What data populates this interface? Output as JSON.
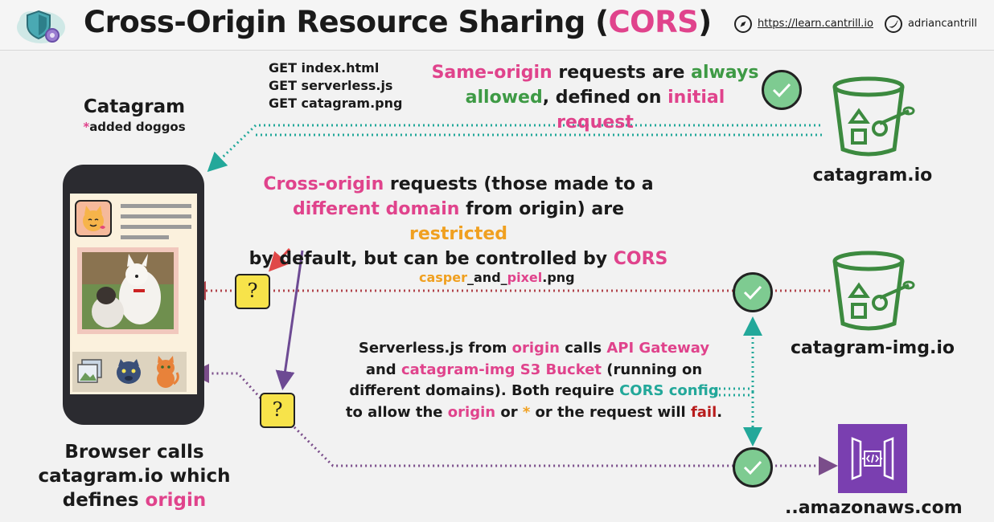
{
  "header": {
    "title_prefix": "Cross-Origin Resource Sharing (",
    "title_highlight": "CORS",
    "title_suffix": ")",
    "website": "https://learn.cantrill.io",
    "twitter": "adriancantrill"
  },
  "left": {
    "app_name": "Catagram",
    "app_note_star": "*",
    "app_note": "added doggos",
    "caption_line1": "Browser calls",
    "caption_line2": "catagram.io which",
    "caption_line3_prefix": "defines ",
    "caption_line3_highlight": "origin"
  },
  "requests": {
    "line1": "GET index.html",
    "line2": "GET serverless.js",
    "line3": "GET catagram.png"
  },
  "same_origin": {
    "p1": "Same-origin",
    "p2": " requests are ",
    "p3": "always",
    "p4": "allowed",
    "p5": ", defined on ",
    "p6": "initial request"
  },
  "cross_origin": {
    "p1": "Cross-origin",
    "p2": " requests (those made to a",
    "p3": "different domain",
    "p4": " from origin) are ",
    "p5": "restricted",
    "p6": "by default, but can be controlled by ",
    "p7": "CORS"
  },
  "image_request": {
    "p1": "casper",
    "p2": "_and_",
    "p3": "pixel",
    "p4": ".png"
  },
  "serverless": {
    "a1": "Serverless.js from ",
    "a2": "origin",
    "a3": " calls ",
    "a4": "API Gateway",
    "b1": "and ",
    "b2": "catagram-img S3 Bucket",
    "b3": " (running on",
    "c1": "different domains). Both require ",
    "c2": "CORS config",
    "d1": "to allow the ",
    "d2": "origin",
    "d3": " or ",
    "d4": "*",
    "d5": " or the request will ",
    "d6": "fail",
    "d7": "."
  },
  "hosts": {
    "host1": "catagram.io",
    "host2": "catagram-img.io",
    "host3": "..amazonaws.com"
  },
  "question_mark": "?",
  "colors": {
    "pink": "#e0438c",
    "green": "#3e9a45",
    "orange": "#f0a020",
    "teal": "#23a89a",
    "red_dotted": "#b2444c",
    "purple_dotted": "#7a4d8a",
    "bucket": "#3c8a3f",
    "api_gateway": "#7a3fb0"
  }
}
